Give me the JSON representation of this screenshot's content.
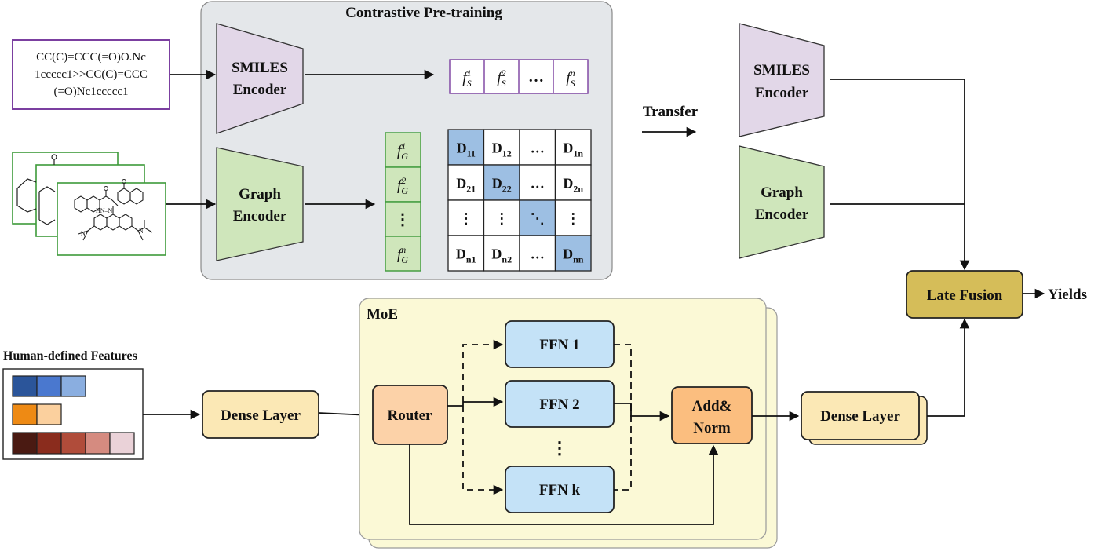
{
  "contrastive": {
    "title": "Contrastive Pre-training",
    "smiles_lines": [
      "CC(C)=CCC(=O)O.Nc",
      "1ccccc1>>CC(C)=CCC",
      "(=O)Nc1ccccc1"
    ],
    "smiles_encoder": [
      "SMILES",
      "Encoder"
    ],
    "graph_encoder": [
      "Graph",
      "Encoder"
    ],
    "fs": {
      "base": "f",
      "sub": "S",
      "sups": [
        "1",
        "2",
        "n"
      ],
      "ellipsis": "…"
    },
    "fg": {
      "base": "f",
      "sub": "G",
      "sups": [
        "1",
        "2",
        "n"
      ],
      "vdots": "⋮"
    },
    "matrix": [
      [
        "D11",
        "D12",
        "…",
        "D1n"
      ],
      [
        "D21",
        "D22",
        "…",
        "D2n"
      ],
      [
        "⋮",
        "⋮",
        "⋱",
        "⋮"
      ],
      [
        "Dn1",
        "Dn2",
        "…",
        "Dnn"
      ]
    ]
  },
  "transfer": "Transfer",
  "right": {
    "smiles_encoder": [
      "SMILES",
      "Encoder"
    ],
    "graph_encoder": [
      "Graph",
      "Encoder"
    ],
    "late_fusion": "Late Fusion",
    "yields": "Yields"
  },
  "features": {
    "title": "Human-defined Features"
  },
  "dense_left": "Dense Layer",
  "moe": {
    "title": "MoE",
    "router": "Router",
    "ffn": [
      "FFN 1",
      "FFN 2",
      "FFN k"
    ],
    "vdots": "⋮",
    "add_norm": [
      "Add&",
      "Norm"
    ]
  },
  "dense_right": "Dense Layer",
  "colors": {
    "panel": "#e4e7ea",
    "moe": "#fbf9d6",
    "smiles_enc": "#e2d7e8",
    "graph_enc": "#cfe6bb",
    "dense": "#fbe8b5",
    "late_fusion": "#d5bd59",
    "router": "#fcd2a8",
    "add_norm": "#fbbe7f",
    "ffn": "#c4e2f7",
    "matrix_diag": "#9dbfe3",
    "purple": "#7b3fa0",
    "green": "#3d9a3a"
  }
}
